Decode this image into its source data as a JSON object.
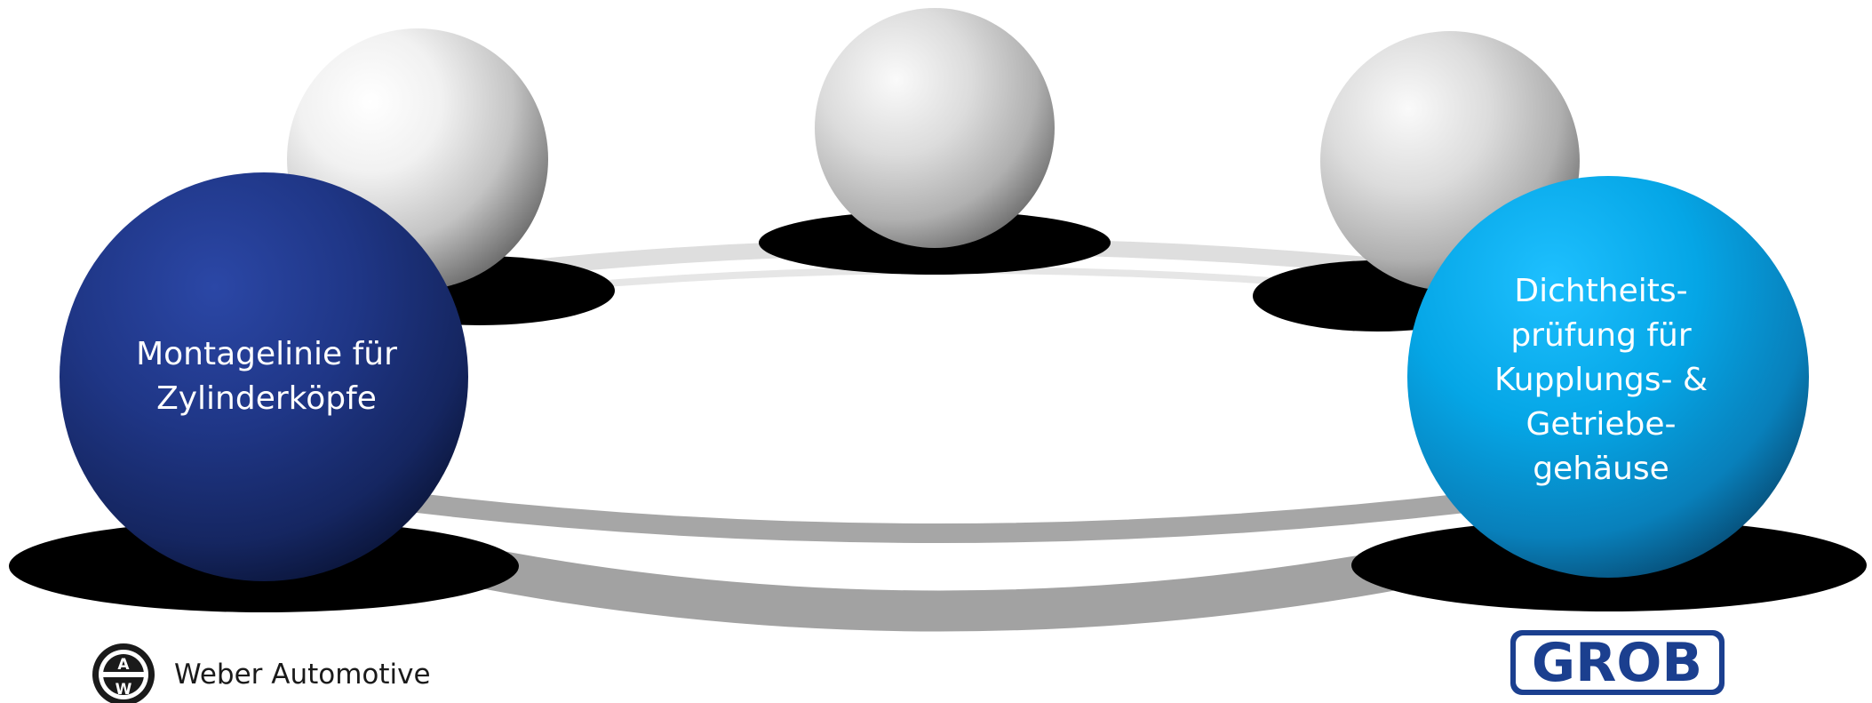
{
  "diagram": {
    "spheres": [
      {
        "id": "sphere-left-back",
        "tone": "white"
      },
      {
        "id": "sphere-center-back",
        "tone": "white"
      },
      {
        "id": "sphere-right-back",
        "tone": "white"
      },
      {
        "id": "sphere-weber",
        "tone": "dark-blue",
        "color": "#1f3b8f",
        "label_lines": [
          "Montagelinie für",
          "Zylinderköpfe"
        ]
      },
      {
        "id": "sphere-grob",
        "tone": "light-blue",
        "color": "#00a8e6",
        "label_lines": [
          "Dichtheits-",
          "prüfung für",
          "Kupplungs- &",
          "Getriebe-",
          "gehäuse"
        ]
      }
    ]
  },
  "logos": {
    "weber": {
      "mark_letters": "AW",
      "name": "Weber Automotive"
    },
    "grob": {
      "text": "GROB",
      "color": "#1b3f8f"
    }
  }
}
